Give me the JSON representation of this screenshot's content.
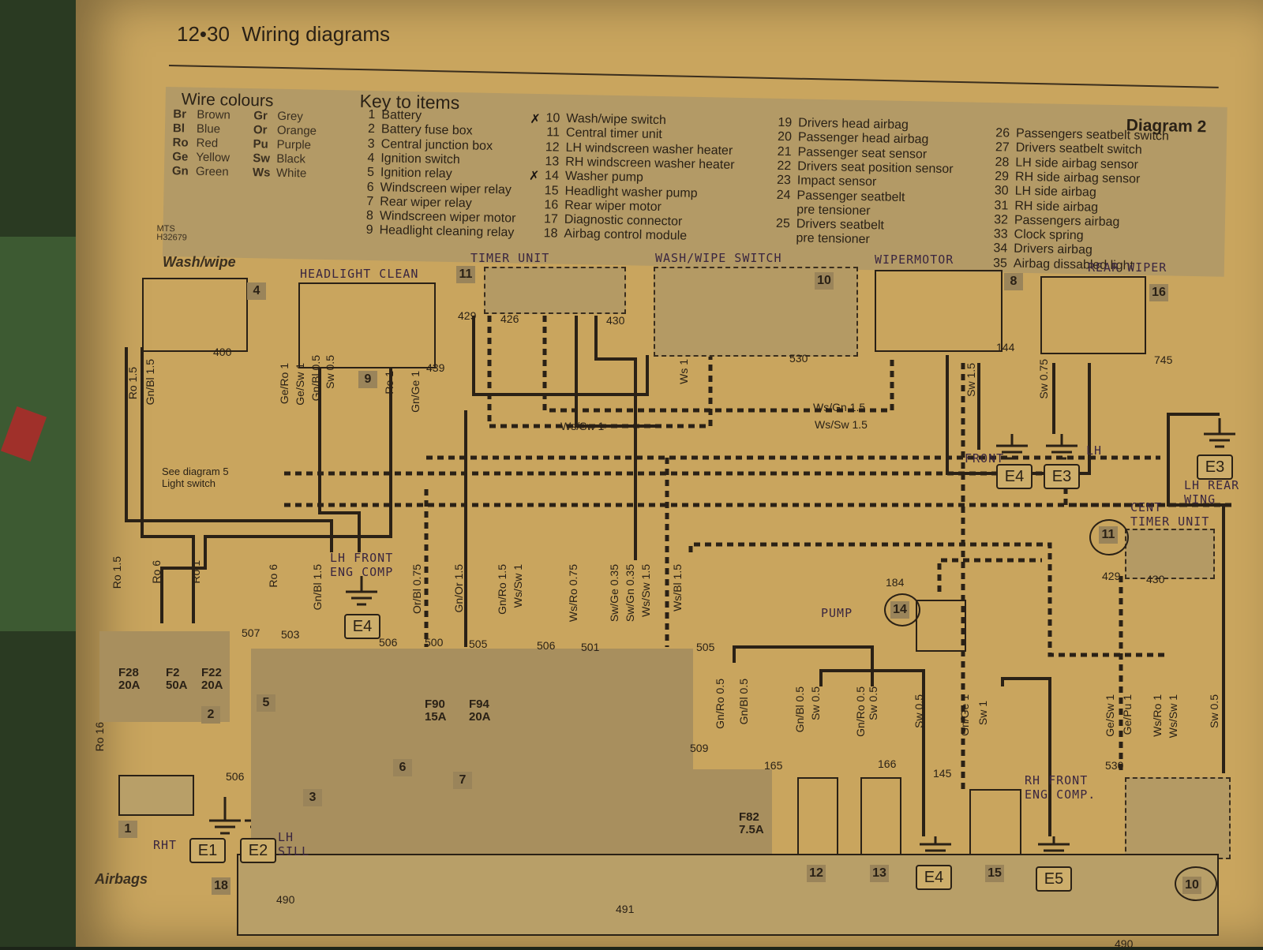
{
  "header": {
    "page": "12•30",
    "title": "Wiring diagrams"
  },
  "wire_colours": {
    "title": "Wire colours",
    "items": [
      {
        "code": "Br",
        "name": "Brown"
      },
      {
        "code": "Bl",
        "name": "Blue"
      },
      {
        "code": "Ro",
        "name": "Red"
      },
      {
        "code": "Ge",
        "name": "Yellow"
      },
      {
        "code": "Gn",
        "name": "Green"
      },
      {
        "code": "Gr",
        "name": "Grey"
      },
      {
        "code": "Or",
        "name": "Orange"
      },
      {
        "code": "Pu",
        "name": "Purple"
      },
      {
        "code": "Sw",
        "name": "Black"
      },
      {
        "code": "Ws",
        "name": "White"
      }
    ]
  },
  "key": {
    "title": "Key to items",
    "diagram_label": "Diagram 2",
    "code": "MTS\nH32679",
    "col1": [
      {
        "num": "1",
        "label": "Battery"
      },
      {
        "num": "2",
        "label": "Battery fuse box"
      },
      {
        "num": "3",
        "label": "Central junction box"
      },
      {
        "num": "4",
        "label": "Ignition switch"
      },
      {
        "num": "5",
        "label": "Ignition relay"
      },
      {
        "num": "6",
        "label": "Windscreen wiper relay"
      },
      {
        "num": "7",
        "label": "Rear wiper relay"
      },
      {
        "num": "8",
        "label": "Windscreen wiper motor"
      },
      {
        "num": "9",
        "label": "Headlight cleaning relay"
      }
    ],
    "col2": [
      {
        "num": "10",
        "label": "Wash/wipe switch"
      },
      {
        "num": "11",
        "label": "Central timer unit"
      },
      {
        "num": "12",
        "label": "LH windscreen washer heater"
      },
      {
        "num": "13",
        "label": "RH windscreen washer heater"
      },
      {
        "num": "14",
        "label": "Washer pump"
      },
      {
        "num": "15",
        "label": "Headlight washer pump"
      },
      {
        "num": "16",
        "label": "Rear wiper motor"
      },
      {
        "num": "17",
        "label": "Diagnostic connector"
      },
      {
        "num": "18",
        "label": "Airbag control module"
      }
    ],
    "col3": [
      {
        "num": "19",
        "label": "Drivers head airbag"
      },
      {
        "num": "20",
        "label": "Passenger head airbag"
      },
      {
        "num": "21",
        "label": "Passenger seat sensor"
      },
      {
        "num": "22",
        "label": "Drivers seat position sensor"
      },
      {
        "num": "23",
        "label": "Impact sensor"
      },
      {
        "num": "24",
        "label": "Passenger seatbelt"
      },
      {
        "num": "",
        "label": "pre tensioner"
      },
      {
        "num": "25",
        "label": "Drivers seatbelt"
      },
      {
        "num": "",
        "label": "pre tensioner"
      }
    ],
    "col4": [
      {
        "num": "26",
        "label": "Passengers seatbelt switch"
      },
      {
        "num": "27",
        "label": "Drivers seatbelt switch"
      },
      {
        "num": "28",
        "label": "LH side airbag sensor"
      },
      {
        "num": "29",
        "label": "RH side airbag sensor"
      },
      {
        "num": "30",
        "label": "LH side airbag"
      },
      {
        "num": "31",
        "label": "RH side airbag"
      },
      {
        "num": "32",
        "label": "Passengers airbag"
      },
      {
        "num": "33",
        "label": "Clock spring"
      },
      {
        "num": "34",
        "label": "Drivers airbag"
      },
      {
        "num": "35",
        "label": "Airbag dissabled light"
      }
    ]
  },
  "sections": {
    "washwipe": "Wash/wipe",
    "airbags": "Airbags"
  },
  "handwritten": {
    "headlight_clean": "HEADLIGHT CLEAN",
    "timer_unit": "TIMER UNIT",
    "washwipe_switch": "WASH/WIPE SWITCH",
    "wipermotor": "WIPERMOTOR",
    "rear_wiper": "REAR WIPER",
    "pump": "PUMP",
    "front": "FRONT",
    "lh": "LH",
    "lh_rear_wing": "LH REAR\nWING",
    "cent_timer_unit": "CENT\nTIMER UNIT",
    "lh_front_eng_comp": "LH FRONT\nENG COMP",
    "rh_front_eng_comp": "RH FRONT\nENG COMP.",
    "rht": "RHT",
    "lh_sill": "LH\nSILL"
  },
  "component_numbers": [
    "4",
    "11",
    "10",
    "8",
    "16",
    "9",
    "2",
    "5",
    "3",
    "6",
    "7",
    "1",
    "12",
    "13",
    "15",
    "14",
    "11",
    "10",
    "18"
  ],
  "earths": [
    "E1",
    "E2",
    "E4",
    "E4",
    "E3",
    "E3",
    "E4",
    "E5"
  ],
  "fuses": [
    {
      "id": "F28",
      "rating": "20A"
    },
    {
      "id": "F2",
      "rating": "50A"
    },
    {
      "id": "F22",
      "rating": "20A"
    },
    {
      "id": "F90",
      "rating": "15A"
    },
    {
      "id": "F94",
      "rating": "20A"
    },
    {
      "id": "F82",
      "rating": "7.5A"
    }
  ],
  "wire_labels_vertical": [
    "Gn/Bl 1.5",
    "Ro 1.5",
    "Ge/Ro 1",
    "Ge/Sw 1",
    "Gn/Bl 0.5",
    "Sw 0.5",
    "Ro 1",
    "Gn/Ge 1",
    "Ws 1",
    "Sw 1.5",
    "Sw 0.75",
    "Ro 1.5",
    "Ro 6",
    "Ro 1",
    "Ro 6",
    "Gn/Bl 1.5",
    "Or/Bl 0.75",
    "Gn/Or 1.5",
    "Gn/Ro 1.5",
    "Ws/Sw 1",
    "Ws/Ro 0.75",
    "Sw/Ge 0.35",
    "Sw/Gn 0.35",
    "Ws/Sw 1.5",
    "Ws/Bl 1.5",
    "Ro 16",
    "Gn/Ro 0.5",
    "Gn/Bl 0.5",
    "Gn/Bl 0.5",
    "Sw 0.5",
    "Gn/Ro 0.5",
    "Sw 0.5",
    "Sw 0.5",
    "Gn/Ge 1",
    "Sw 1",
    "Ge/Sw 1",
    "Ge/Pu 1",
    "Ws/Ro 1",
    "Ws/Sw 1",
    "Sw 0.5"
  ],
  "wire_labels_horizontal": [
    "Ws/Sw 1",
    "Ws/Gn 1.5",
    "Ws/Sw 1.5"
  ],
  "light_switch_note": "See diagram 5\nLight switch",
  "terminal_numbers": [
    "400",
    "439",
    "429",
    "426",
    "430",
    "530",
    "144",
    "745",
    "507",
    "503",
    "506",
    "500",
    "505",
    "506",
    "501",
    "505",
    "184",
    "509",
    "165",
    "166",
    "145",
    "530",
    "429",
    "430",
    "506",
    "490",
    "491",
    "490"
  ]
}
